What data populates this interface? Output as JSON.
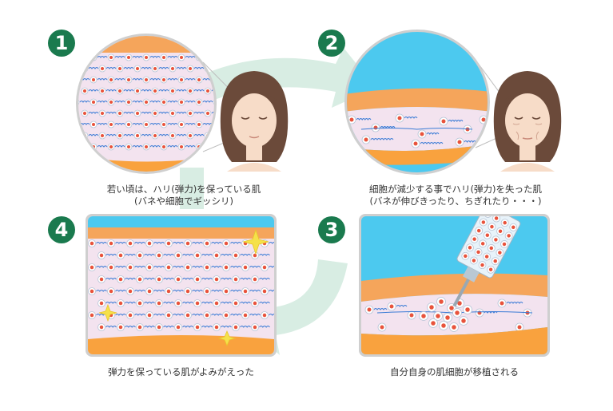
{
  "steps": [
    {
      "number": "1",
      "caption_line1": "若い頃は、ハリ(弾力)を保っている肌",
      "caption_line2": "(バネや細胞でギッシリ)"
    },
    {
      "number": "2",
      "caption_line1": "細胞が減少する事でハリ(弾力)を失った肌",
      "caption_line2": "(バネが伸びきったり、ちぎれたり・・・)"
    },
    {
      "number": "3",
      "caption_line1": "自分自身の肌細胞が移植される",
      "caption_line2": ""
    },
    {
      "number": "4",
      "caption_line1": "弾力を保っている肌がよみがえった",
      "caption_line2": ""
    }
  ],
  "colors": {
    "number_badge": "#1a7a4e",
    "sky": "#4cc9ef",
    "skin_stripe": "#f5a55b",
    "dermis": "#f4e3ef",
    "fat": "#f9a23e",
    "cell_fill": "#e8533c",
    "spring": "#3b7cd6",
    "cycle_arrow": "#d6ece2"
  }
}
